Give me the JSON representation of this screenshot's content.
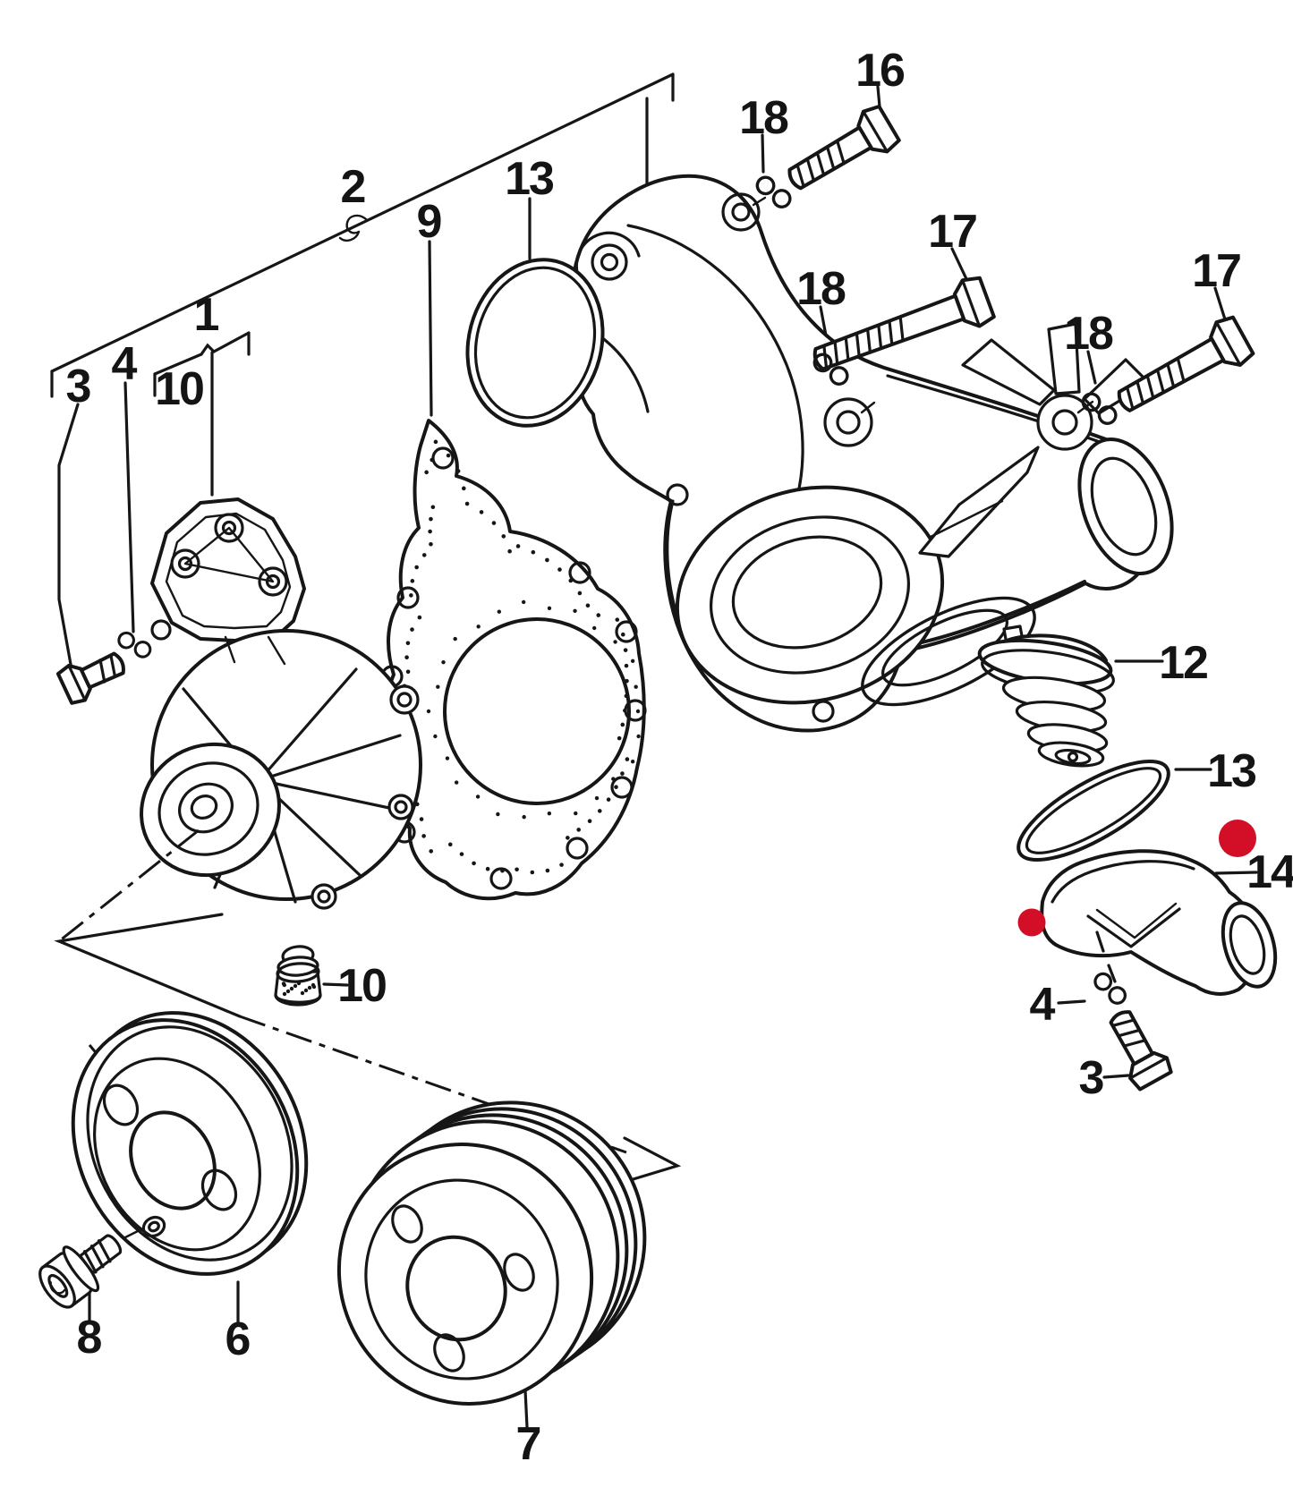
{
  "diagram": {
    "kind": "exploded-parts-diagram",
    "subject": "coolant pump and thermostat"
  },
  "colors": {
    "background": "#ffffff",
    "line": "#161616",
    "marker": "#d20f26"
  },
  "callouts": [
    {
      "label": "16"
    },
    {
      "label": "18"
    },
    {
      "label": "2"
    },
    {
      "label": "13"
    },
    {
      "label": "9"
    },
    {
      "label": "17"
    },
    {
      "label": "17"
    },
    {
      "label": "18"
    },
    {
      "label": "1"
    },
    {
      "label": "18"
    },
    {
      "label": "4"
    },
    {
      "label": "3"
    },
    {
      "label": "10"
    },
    {
      "label": "12"
    },
    {
      "label": "13"
    },
    {
      "label": "14"
    },
    {
      "label": "10"
    },
    {
      "label": "4"
    },
    {
      "label": "3"
    },
    {
      "label": "8"
    },
    {
      "label": "6"
    },
    {
      "label": "7"
    }
  ],
  "markers": [
    {
      "name": "red-dot-large"
    },
    {
      "name": "red-dot-small"
    }
  ]
}
